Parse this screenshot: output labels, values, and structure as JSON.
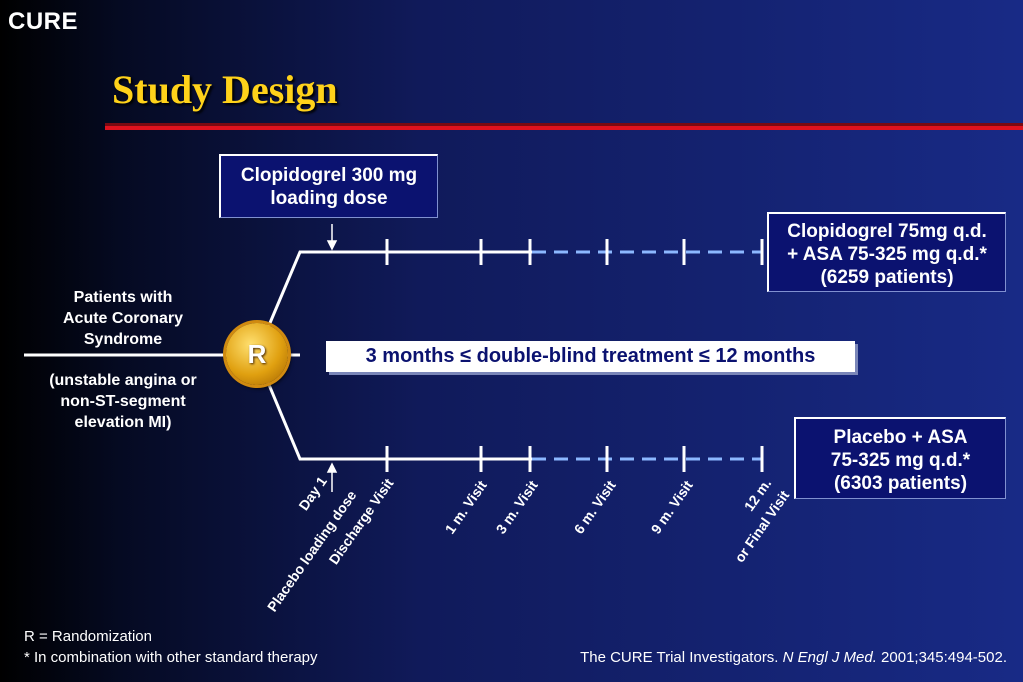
{
  "header": {
    "brand": "CURE",
    "title": "Study Design"
  },
  "colors": {
    "title": "#ffd21a",
    "rule": "#d0101e",
    "box": "#0b1270",
    "dashed": "#8cb8ff",
    "badge": "#e0a010"
  },
  "loading_box": {
    "line1": "Clopidogrel 300 mg",
    "line2": "loading dose"
  },
  "arm_clopidogrel": {
    "line1": "Clopidogrel 75mg q.d.",
    "line2": "+ ASA 75-325 mg q.d.*",
    "line3": "(6259 patients)"
  },
  "arm_placebo": {
    "line1": "Placebo + ASA",
    "line2": "75-325 mg q.d.*",
    "line3": "(6303 patients)"
  },
  "patients": {
    "line1": "Patients with",
    "line2": "Acute Coronary",
    "line3": "Syndrome",
    "line4": "(unstable angina or",
    "line5": "non-ST-segment",
    "line6": "elevation MI)"
  },
  "randomization": {
    "symbol": "R"
  },
  "duration_banner": "3 months ≤ double-blind treatment ≤ 12 months",
  "timeline": {
    "day1": "Day 1",
    "placebo_loading": "Placebo loading dose",
    "discharge": "Discharge Visit",
    "m1": "1 m. Visit",
    "m3": "3 m. Visit",
    "m6": "6 m. Visit",
    "m9": "9 m. Visit",
    "m12_line1": "12 m.",
    "m12_line2": "or Final Visit"
  },
  "footnotes": {
    "r_def": "R = Randomization",
    "asterisk": "* In combination with other standard therapy",
    "citation_authors": "The CURE Trial Investigators.",
    "citation_journal": "N Engl J Med.",
    "citation_ref": "2001;345:494-502."
  }
}
